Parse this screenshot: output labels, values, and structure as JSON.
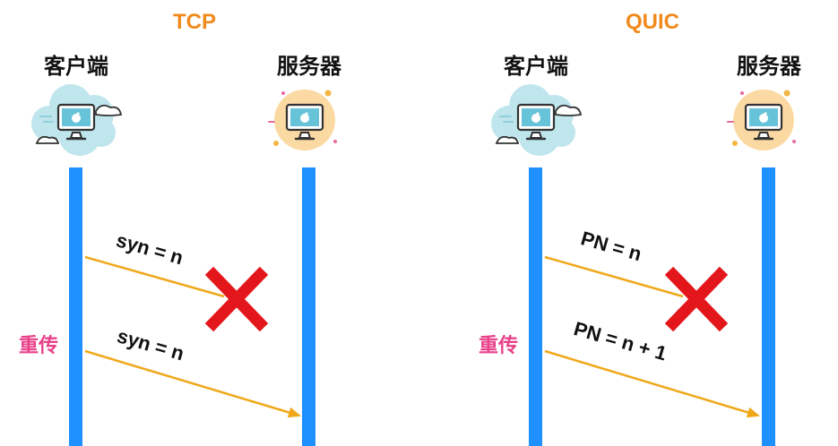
{
  "panels": [
    {
      "title": "TCP",
      "client_label": "客户端",
      "server_label": "服务器",
      "retransmit_label": "重传",
      "message_lost": "syn = n",
      "message_retransmit": "syn = n"
    },
    {
      "title": "QUIC",
      "client_label": "客户端",
      "server_label": "服务器",
      "retransmit_label": "重传",
      "message_lost": "PN = n",
      "message_retransmit": "PN = n + 1"
    }
  ],
  "colors": {
    "title": "#f08a1c",
    "lifeline": "#1e90ff",
    "arrow": "#f0a81a",
    "lost_mark": "#e3161b",
    "retransmit": "#e8418a",
    "client_blob": "#bfe6ec",
    "server_blob": "#fbd9a3"
  },
  "icons": {
    "client": "computer-cloud-icon",
    "server": "computer-sun-icon",
    "lost": "red-x-icon"
  }
}
